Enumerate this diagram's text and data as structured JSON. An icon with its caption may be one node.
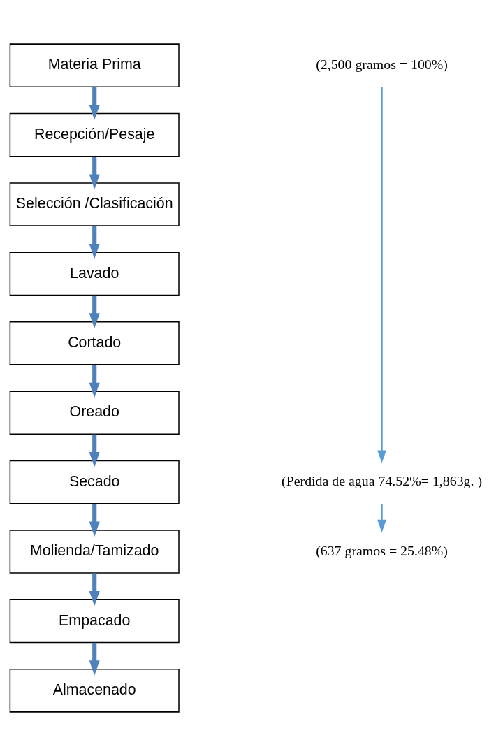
{
  "diagram": {
    "nodes": [
      {
        "text": [
          "Materia Prima"
        ]
      },
      {
        "text": [
          "Recepción/Pesaje"
        ]
      },
      {
        "text": [
          "Selección /Clasificación"
        ]
      },
      {
        "text": [
          "Lavado"
        ]
      },
      {
        "text": [
          "Cortado"
        ]
      },
      {
        "text": [
          "Oreado"
        ]
      },
      {
        "text": [
          "Secado"
        ]
      },
      {
        "text": [
          "Molienda/Tamizado"
        ]
      },
      {
        "text": [
          "Empacado"
        ]
      },
      {
        "text": [
          "Almacenado"
        ]
      },
      {
        "text": [
          "(2,500 gramos = 100%)"
        ]
      },
      {
        "text": [
          "(Perdida de agua 74.52%= 1,863g. )"
        ]
      },
      {
        "text": [
          "(637 gramos = 25.48%)"
        ]
      }
    ],
    "edges": [
      {
        "from": 0,
        "to": 1,
        "arrow": "to"
      },
      {
        "from": 1,
        "to": 2,
        "arrow": "to"
      },
      {
        "from": 2,
        "to": 3,
        "arrow": "to"
      },
      {
        "from": 3,
        "to": 4,
        "arrow": "to"
      },
      {
        "from": 4,
        "to": 5,
        "arrow": "to"
      },
      {
        "from": 5,
        "to": 6,
        "arrow": "to"
      },
      {
        "from": 6,
        "to": 7,
        "arrow": "to"
      },
      {
        "from": 7,
        "to": 8,
        "arrow": "to"
      },
      {
        "from": 8,
        "to": 9,
        "arrow": "to"
      },
      {
        "from": 10,
        "to": 11,
        "arrow": "to",
        "color": "#5b9bd5"
      },
      {
        "from": 11,
        "to": 12,
        "arrow": "to",
        "color": "#5b9bd5"
      }
    ]
  }
}
